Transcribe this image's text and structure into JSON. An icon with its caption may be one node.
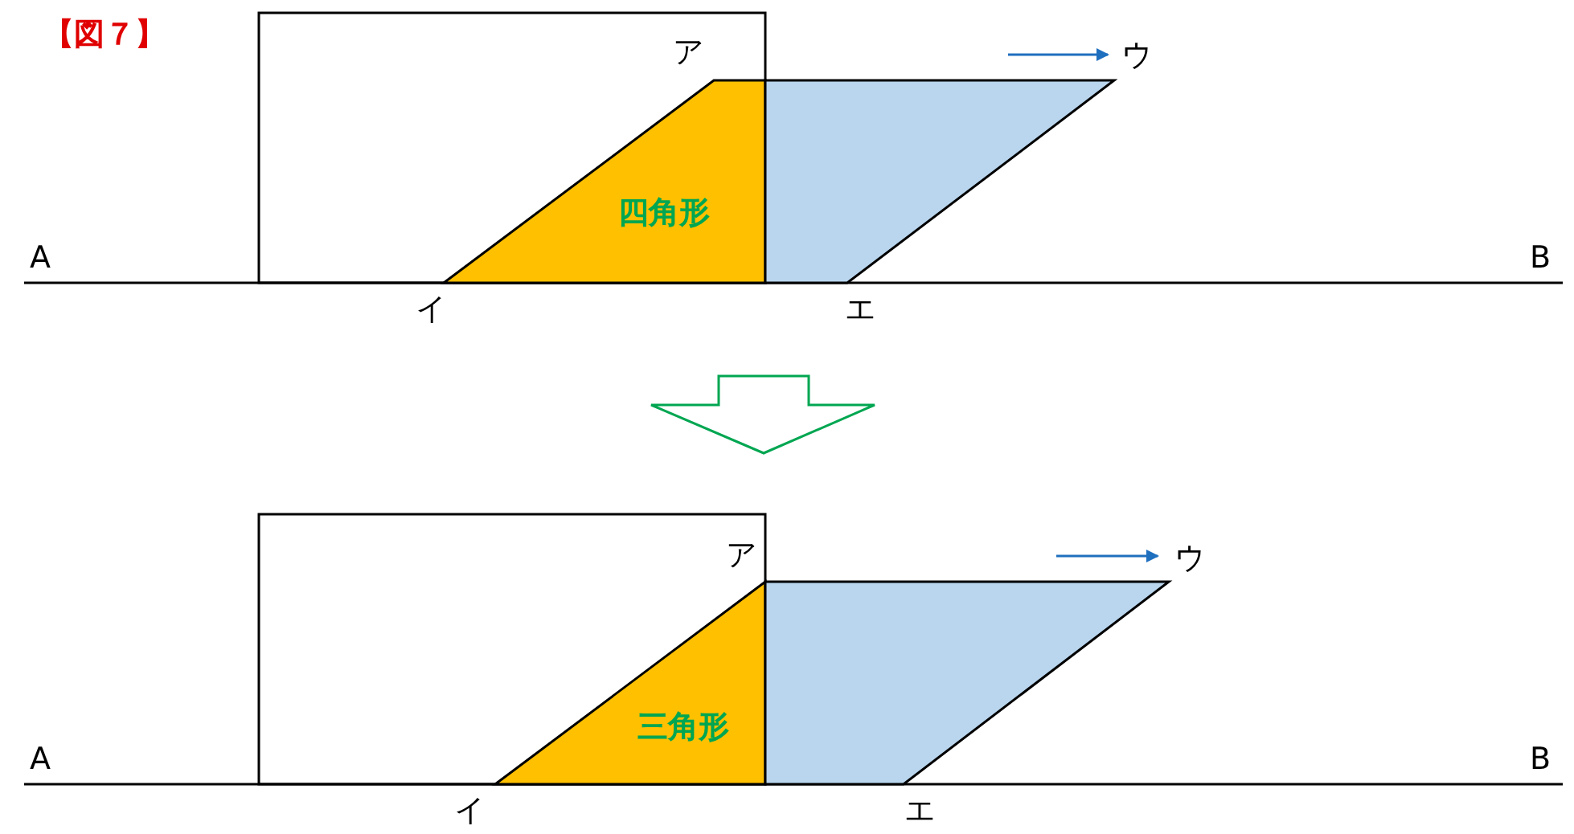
{
  "diagram": {
    "nodes": [
      {
        "text": [
          "四角形"
        ]
      },
      {
        "text": [
          "三角形"
        ]
      },
      {
        "text": [],
        "shape": "parallelogram"
      },
      {
        "text": [],
        "shape": "parallelogram"
      }
    ],
    "labels": [
      "【図７】",
      "ア",
      "ウ",
      "A",
      "B",
      "イ",
      "エ",
      "ア",
      "ウ",
      "A",
      "B",
      "イ",
      "エ"
    ]
  }
}
